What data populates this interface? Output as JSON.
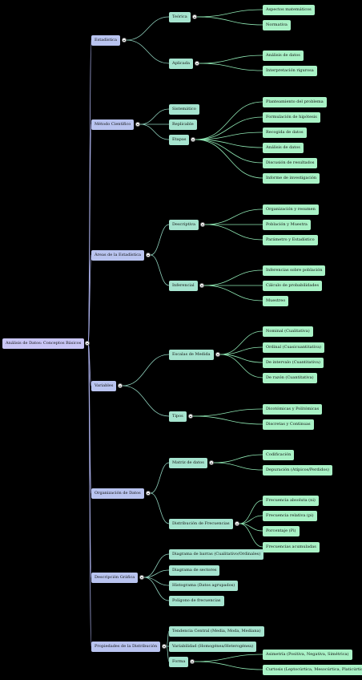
{
  "root": {
    "label": "Análisis de Datos: Conceptos Básicos"
  },
  "branches": [
    {
      "label": "Estadística",
      "children": [
        {
          "label": "Teórica",
          "children": [
            {
              "label": "Aspectos matemáticos"
            },
            {
              "label": "Normativa"
            }
          ]
        },
        {
          "label": "Aplicada",
          "children": [
            {
              "label": "Análisis de datos"
            },
            {
              "label": "Interpretación rigurosa"
            }
          ]
        }
      ]
    },
    {
      "label": "Método Científico",
      "children": [
        {
          "label": "Sistemático"
        },
        {
          "label": "Replicable"
        },
        {
          "label": "Etapas",
          "children": [
            {
              "label": "Planteamiento del problema"
            },
            {
              "label": "Formulación de hipótesis"
            },
            {
              "label": "Recogida de datos"
            },
            {
              "label": "Análisis de datos"
            },
            {
              "label": "Discusión de resultados"
            },
            {
              "label": "Informe de investigación"
            }
          ]
        }
      ]
    },
    {
      "label": "Áreas de la Estadística",
      "children": [
        {
          "label": "Descriptiva",
          "children": [
            {
              "label": "Organización y resumen"
            },
            {
              "label": "Población y Muestra"
            },
            {
              "label": "Parámetro y Estadístico"
            }
          ]
        },
        {
          "label": "Inferencial",
          "children": [
            {
              "label": "Inferencias sobre población"
            },
            {
              "label": "Cálculo de probabilidades"
            },
            {
              "label": "Muestreo"
            }
          ]
        }
      ]
    },
    {
      "label": "Variables",
      "children": [
        {
          "label": "Escalas de Medida",
          "children": [
            {
              "label": "Nominal (Cualitativa)"
            },
            {
              "label": "Ordinal (Cuasicuantitativa)"
            },
            {
              "label": "De intervalo (Cuantitativa)"
            },
            {
              "label": "De razón (Cuantitativa)"
            }
          ]
        },
        {
          "label": "Tipos",
          "children": [
            {
              "label": "Dicotómicas y Politómicas"
            },
            {
              "label": "Discretas y Continuas"
            }
          ]
        }
      ]
    },
    {
      "label": "Organización de Datos",
      "children": [
        {
          "label": "Matriz de datos",
          "children": [
            {
              "label": "Codificación"
            },
            {
              "label": "Depuración (Atípicos/Perdidos)"
            }
          ]
        },
        {
          "label": "Distribución de Frecuencias",
          "children": [
            {
              "label": "Frecuencia absoluta (ni)"
            },
            {
              "label": "Frecuencia relativa (pi)"
            },
            {
              "label": "Porcentaje (Pi)"
            },
            {
              "label": "Frecuencias acumuladas"
            }
          ]
        }
      ]
    },
    {
      "label": "Descripción Gráfica",
      "children": [
        {
          "label": "Diagrama de barras (Cualitativo/Ordinales)"
        },
        {
          "label": "Diagrama de sectores"
        },
        {
          "label": "Histograma (Datos agrupados)"
        },
        {
          "label": "Polígono de frecuencias"
        }
      ]
    },
    {
      "label": "Propiedades de la Distribución",
      "children": [
        {
          "label": "Tendencia Central (Media, Moda, Mediana)"
        },
        {
          "label": "Variabilidad (Homogénea/Heterogénea)"
        },
        {
          "label": "Forma",
          "children": [
            {
              "label": "Asimetría (Positiva, Negativa, Simétrica)"
            },
            {
              "label": "Curtosis (Leptocúrtica, Mesocúrtica, Platicúrtica)"
            }
          ]
        }
      ]
    }
  ]
}
